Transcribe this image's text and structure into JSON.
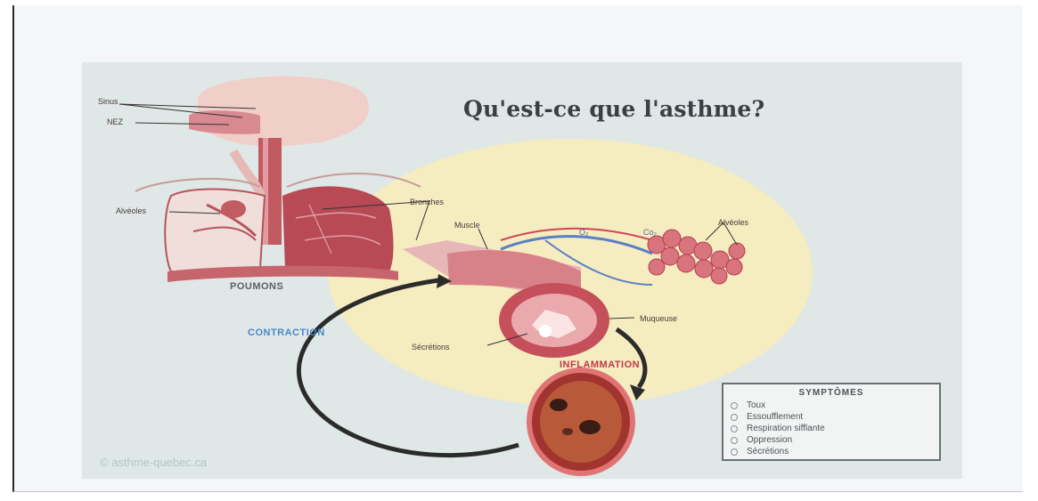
{
  "title": "Qu'est-ce que l'asthme?",
  "labels": {
    "sinus": "Sinus",
    "nez": "NEZ",
    "alveoles_left": "Alvéoles",
    "bronches": "Bronches",
    "muscle": "Muscle",
    "alveoles_right": "Alvéoles",
    "o2": "O₂",
    "co2": "Co₂",
    "muqueuse": "Muqueuse",
    "secretions": "Sécrétions",
    "poumons": "POUMONS",
    "contraction": "CONTRACTION",
    "inflammation": "INFLAMMATION"
  },
  "symptoms": {
    "title": "SYMPTÔMES",
    "items": [
      "Toux",
      "Essoufflement",
      "Respiration sifflante",
      "Oppression",
      "Sécrétions"
    ]
  },
  "credit": "© asthme-quebec.ca",
  "colors": {
    "poster_bg": "#dfe8e6",
    "highlight_circle": "#f5ecc0",
    "lung": "#b84a55",
    "contraction_text": "#4a86c8",
    "inflammation_text": "#c0394a",
    "arrow": "#2b2b2b"
  }
}
